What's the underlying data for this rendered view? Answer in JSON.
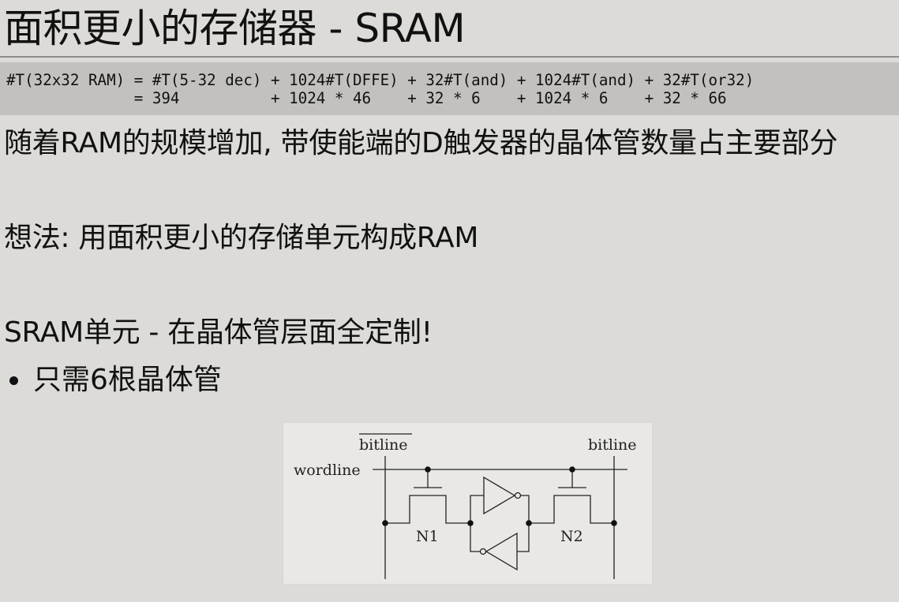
{
  "slide": {
    "title": "面积更小的存储器 - SRAM",
    "code_lines": [
      "#T(32x32 RAM) = #T(5-32 dec) + 1024#T(DFFE) + 32#T(and) + 1024#T(and) + 32#T(or32)",
      "              = 394          + 1024 * 46    + 32 * 6    + 1024 * 6    + 32 * 66"
    ],
    "paragraph_1": "随着RAM的规模增加, 带使能端的D触发器的晶体管数量占主要部分",
    "paragraph_2": "想法: 用面积更小的存储单元构成RAM",
    "paragraph_3": "SRAM单元 - 在晶体管层面全定制!",
    "bullets": [
      "只需6根晶体管"
    ]
  },
  "figure": {
    "labels": {
      "bitline_bar": "bitline",
      "bitline": "bitline",
      "wordline": "wordline",
      "n1": "N1",
      "n2": "N2"
    }
  }
}
